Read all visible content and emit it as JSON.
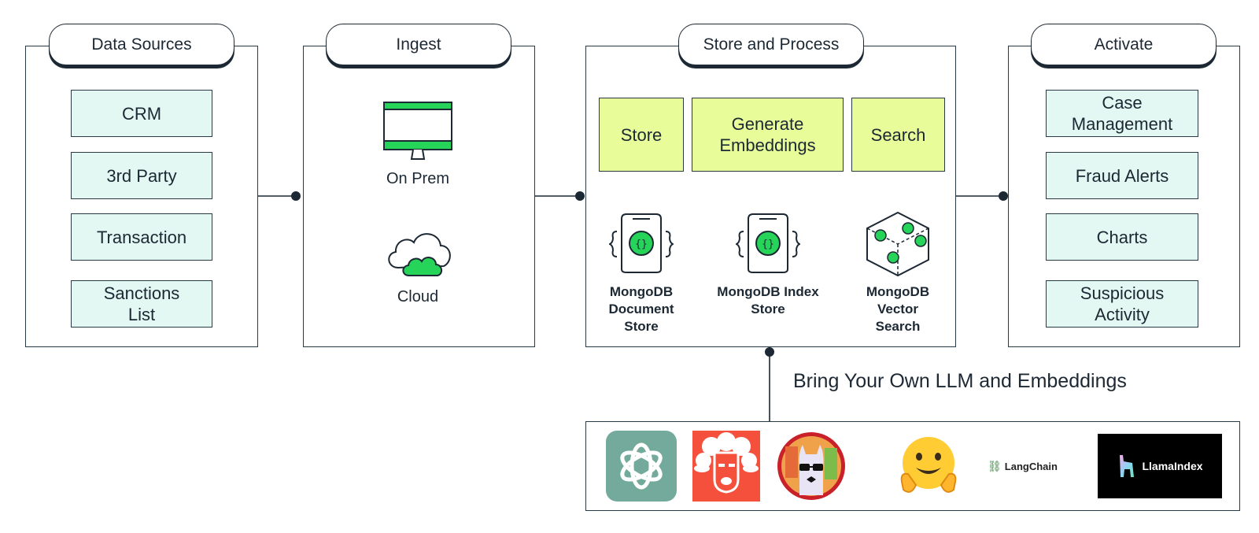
{
  "sections": {
    "data_sources": {
      "title": "Data Sources",
      "items": [
        "CRM",
        "3rd Party",
        "Transaction",
        "Sanctions List"
      ]
    },
    "ingest": {
      "title": "Ingest",
      "items": [
        {
          "label": "On Prem",
          "icon": "monitor-icon"
        },
        {
          "label": "Cloud",
          "icon": "cloud-icon"
        }
      ]
    },
    "store_process": {
      "title": "Store and Process",
      "steps": [
        "Store",
        "Generate Embeddings",
        "Search"
      ],
      "stores": [
        {
          "label": "MongoDB Document Store",
          "icon": "document-store-icon"
        },
        {
          "label": "MongoDB Index Store",
          "icon": "index-store-icon"
        },
        {
          "label": "MongoDB Vector Search",
          "icon": "vector-search-icon"
        }
      ]
    },
    "activate": {
      "title": "Activate",
      "items": [
        "Case Management",
        "Fraud Alerts",
        "Charts",
        "Suspicious Activity"
      ]
    }
  },
  "llm": {
    "title": "Bring Your Own LLM and Embeddings",
    "providers": [
      {
        "icon": "openai-logo-icon",
        "color": "#74aa9c"
      },
      {
        "icon": "anthropic-sheep-logo-icon",
        "color": "#f4503b"
      },
      {
        "icon": "llama-sunglasses-logo-icon",
        "color": "#c9202a"
      },
      {
        "icon": "hugging-face-logo-icon",
        "color": "#ffcc33"
      },
      {
        "icon": "langchain-logo-icon",
        "label": "LangChain"
      },
      {
        "icon": "llamaindex-logo-icon",
        "label": "LlamaIndex",
        "color": "#000000"
      }
    ]
  },
  "colors": {
    "mint": "#e3f7f3",
    "lime": "#e8fc9a",
    "green": "#27d45a",
    "ink": "#1c2833"
  }
}
